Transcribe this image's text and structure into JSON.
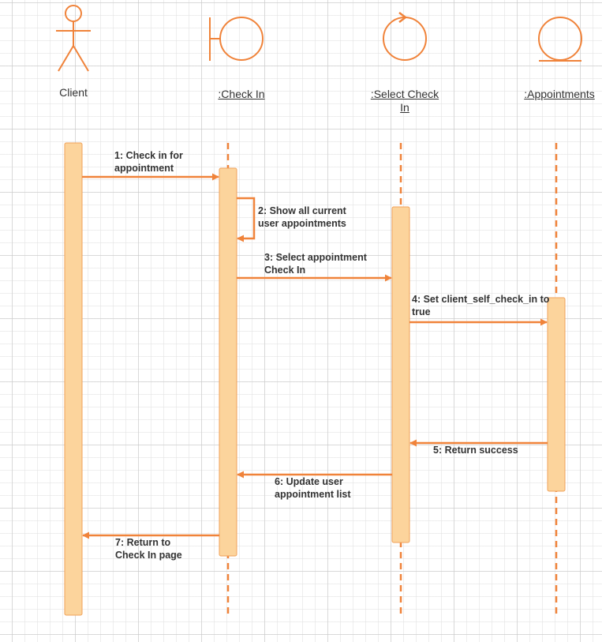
{
  "colors": {
    "line": "#f0833a",
    "activation_fill": "#fcd49c",
    "activation_stroke": "#f0a25a",
    "text": "#333333"
  },
  "participants": [
    {
      "label": "Client",
      "kind": "actor"
    },
    {
      "label": ":Check In",
      "kind": "boundary"
    },
    {
      "label": ":Select Check In",
      "kind": "control"
    },
    {
      "label": ":Appointments",
      "kind": "entity"
    }
  ],
  "messages": [
    {
      "number": "1",
      "text": "1: Check in for appointment"
    },
    {
      "number": "2",
      "text": "2: Show all current user appointments"
    },
    {
      "number": "3",
      "text": "3: Select appointment Check In"
    },
    {
      "number": "4",
      "text": "4: Set client_self_check_in to true"
    },
    {
      "number": "5",
      "text": "5: Return success"
    },
    {
      "number": "6",
      "text": "6: Update user appointment list"
    },
    {
      "number": "7",
      "text": "7: Return to Check In page"
    }
  ]
}
